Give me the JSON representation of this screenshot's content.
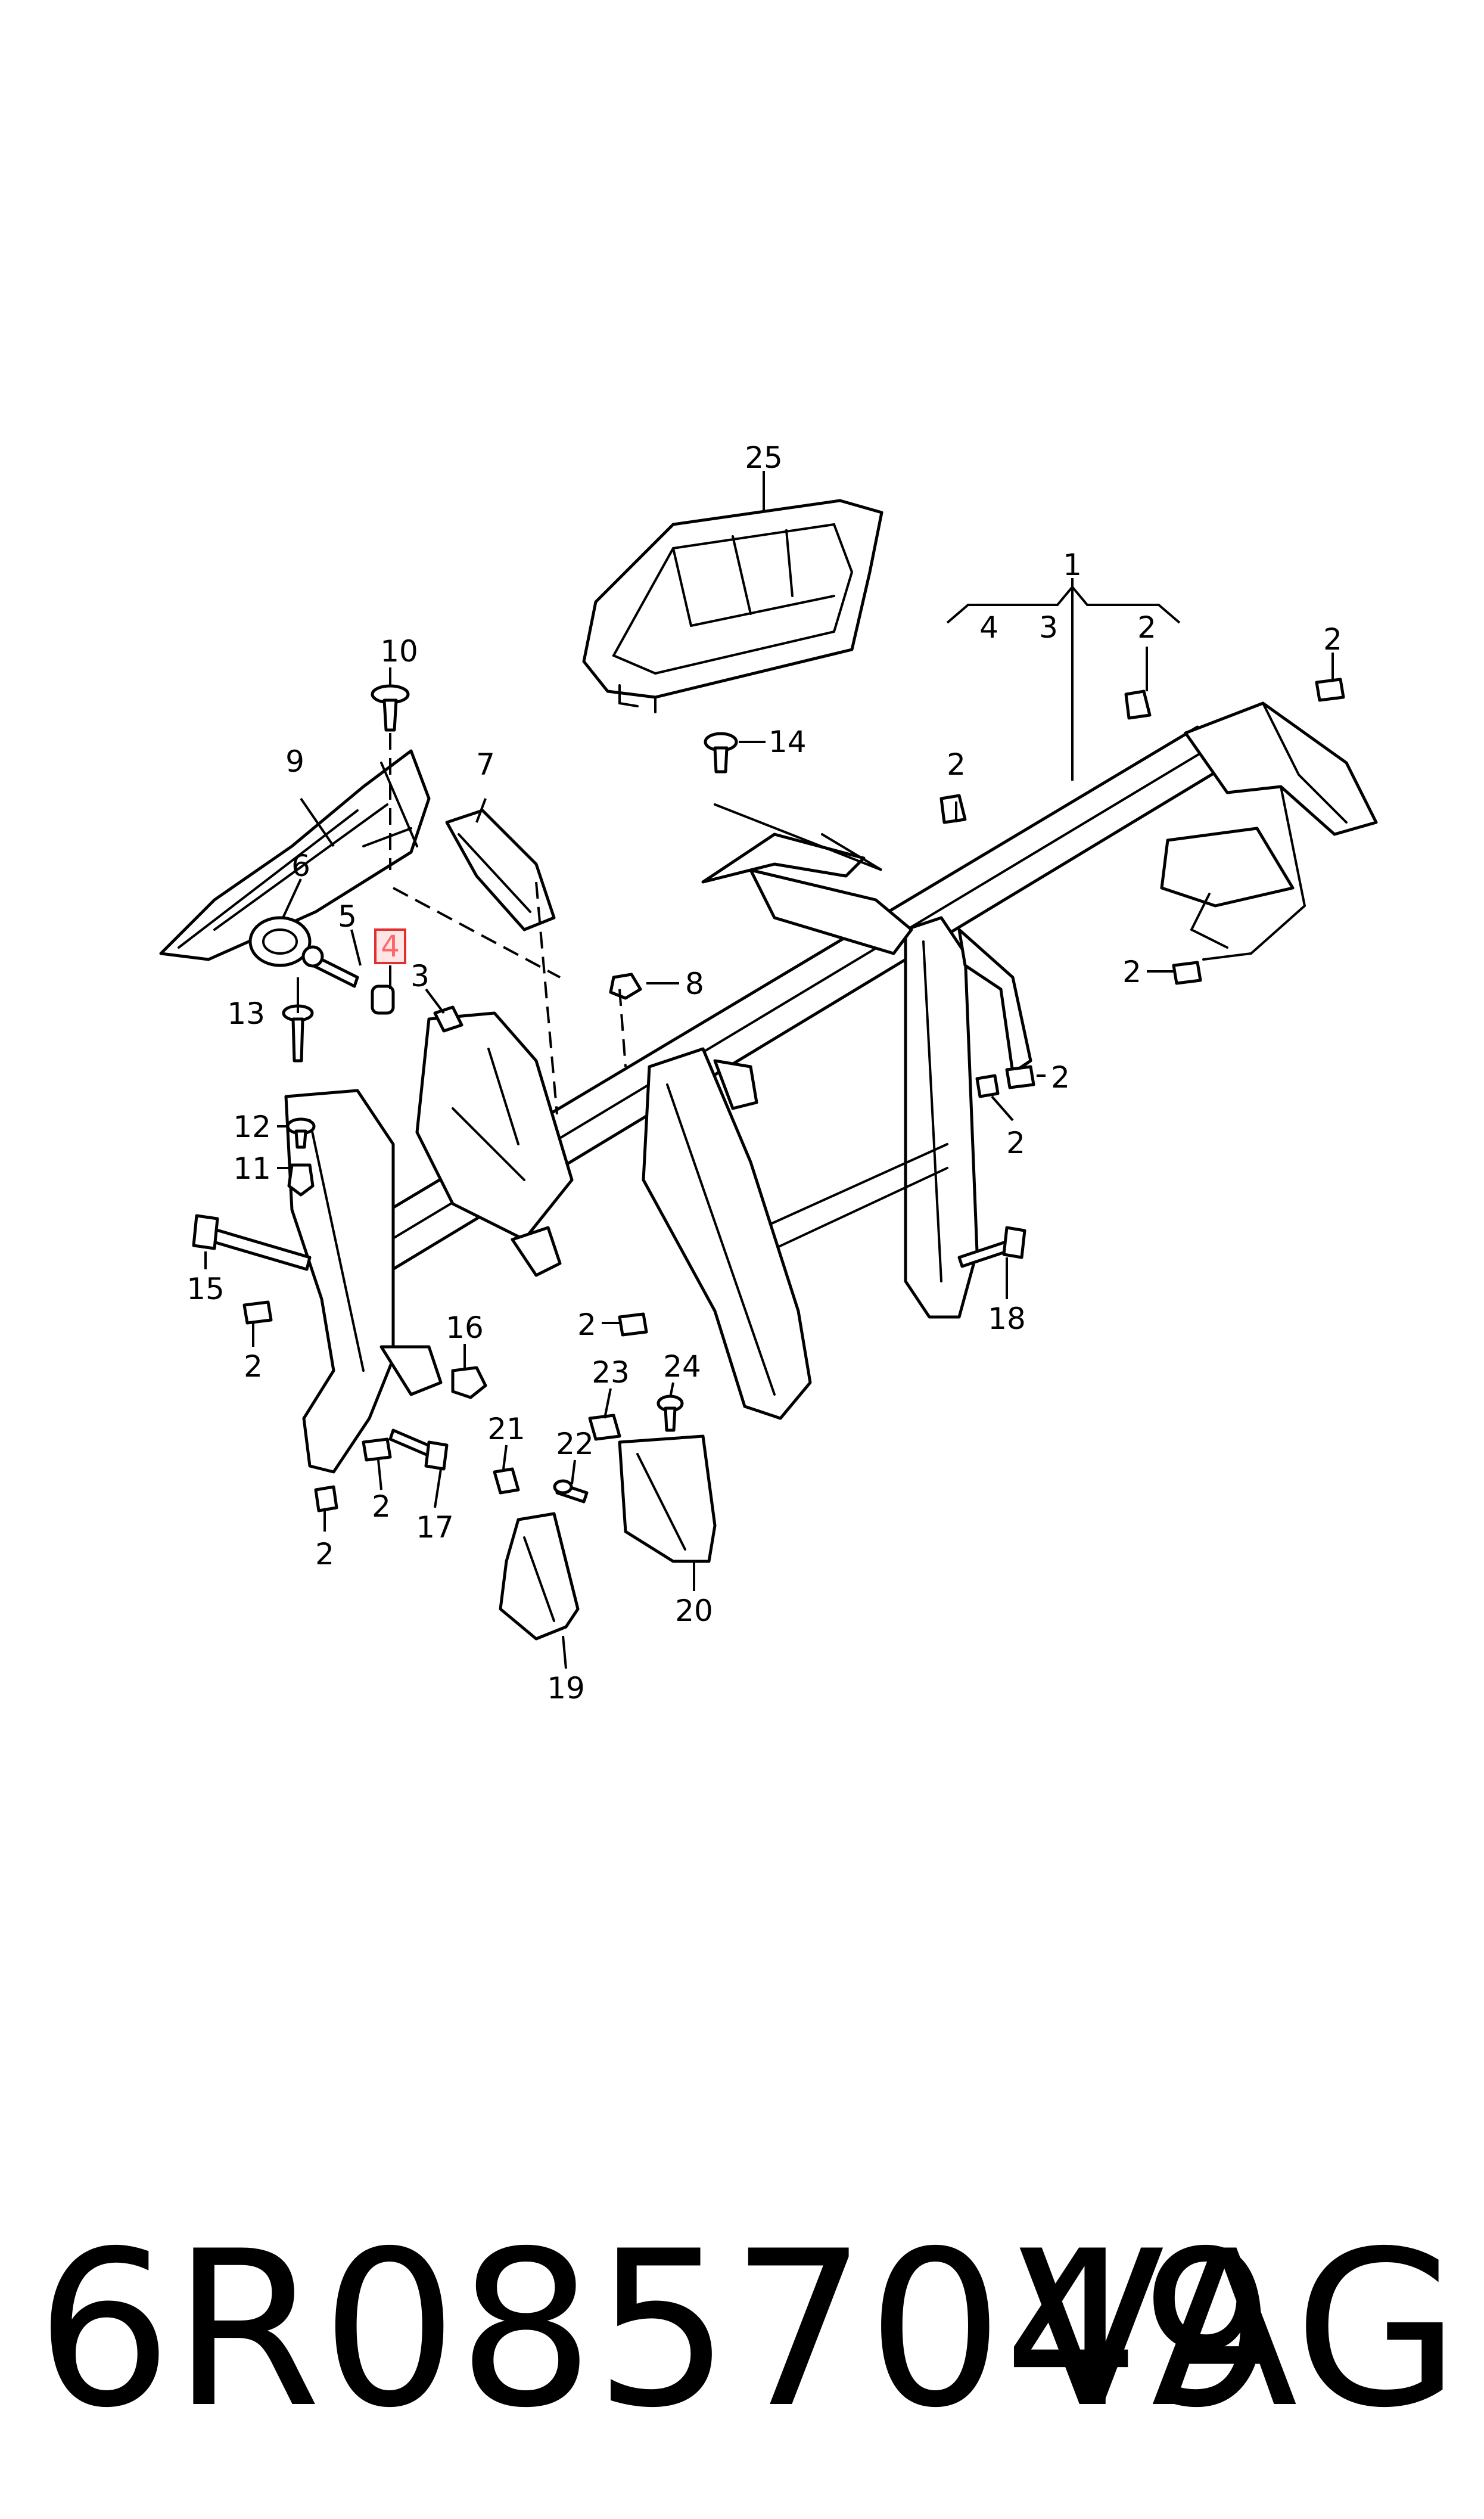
{
  "diagram": {
    "callouts": [
      {
        "id": "c1",
        "text": "1"
      },
      {
        "id": "c1-4",
        "text": "4"
      },
      {
        "id": "c1-3",
        "text": "3"
      },
      {
        "id": "c1-2",
        "text": "2"
      },
      {
        "id": "c2a",
        "text": "2"
      },
      {
        "id": "c2b",
        "text": "2"
      },
      {
        "id": "c2c",
        "text": "2"
      },
      {
        "id": "c2d",
        "text": "2"
      },
      {
        "id": "c2e",
        "text": "2"
      },
      {
        "id": "c2f",
        "text": "2"
      },
      {
        "id": "c2g",
        "text": "2"
      },
      {
        "id": "c2h",
        "text": "2"
      },
      {
        "id": "c2i",
        "text": "2"
      },
      {
        "id": "c3",
        "text": "3"
      },
      {
        "id": "c4",
        "text": "4"
      },
      {
        "id": "c5",
        "text": "5"
      },
      {
        "id": "c6",
        "text": "6"
      },
      {
        "id": "c7",
        "text": "7"
      },
      {
        "id": "c8",
        "text": "8"
      },
      {
        "id": "c9",
        "text": "9"
      },
      {
        "id": "c10",
        "text": "10"
      },
      {
        "id": "c11",
        "text": "11"
      },
      {
        "id": "c12",
        "text": "12"
      },
      {
        "id": "c13",
        "text": "13"
      },
      {
        "id": "c14",
        "text": "14"
      },
      {
        "id": "c15",
        "text": "15"
      },
      {
        "id": "c16",
        "text": "16"
      },
      {
        "id": "c17",
        "text": "17"
      },
      {
        "id": "c18",
        "text": "18"
      },
      {
        "id": "c19",
        "text": "19"
      },
      {
        "id": "c20",
        "text": "20"
      },
      {
        "id": "c21",
        "text": "21"
      },
      {
        "id": "c22",
        "text": "22"
      },
      {
        "id": "c23",
        "text": "23"
      },
      {
        "id": "c24",
        "text": "24"
      },
      {
        "id": "c25",
        "text": "25"
      }
    ],
    "highlighted_callout": "4",
    "highlight_color": "#e03030"
  },
  "footer": {
    "part_number": "6R0857049",
    "brand": "VAG"
  }
}
